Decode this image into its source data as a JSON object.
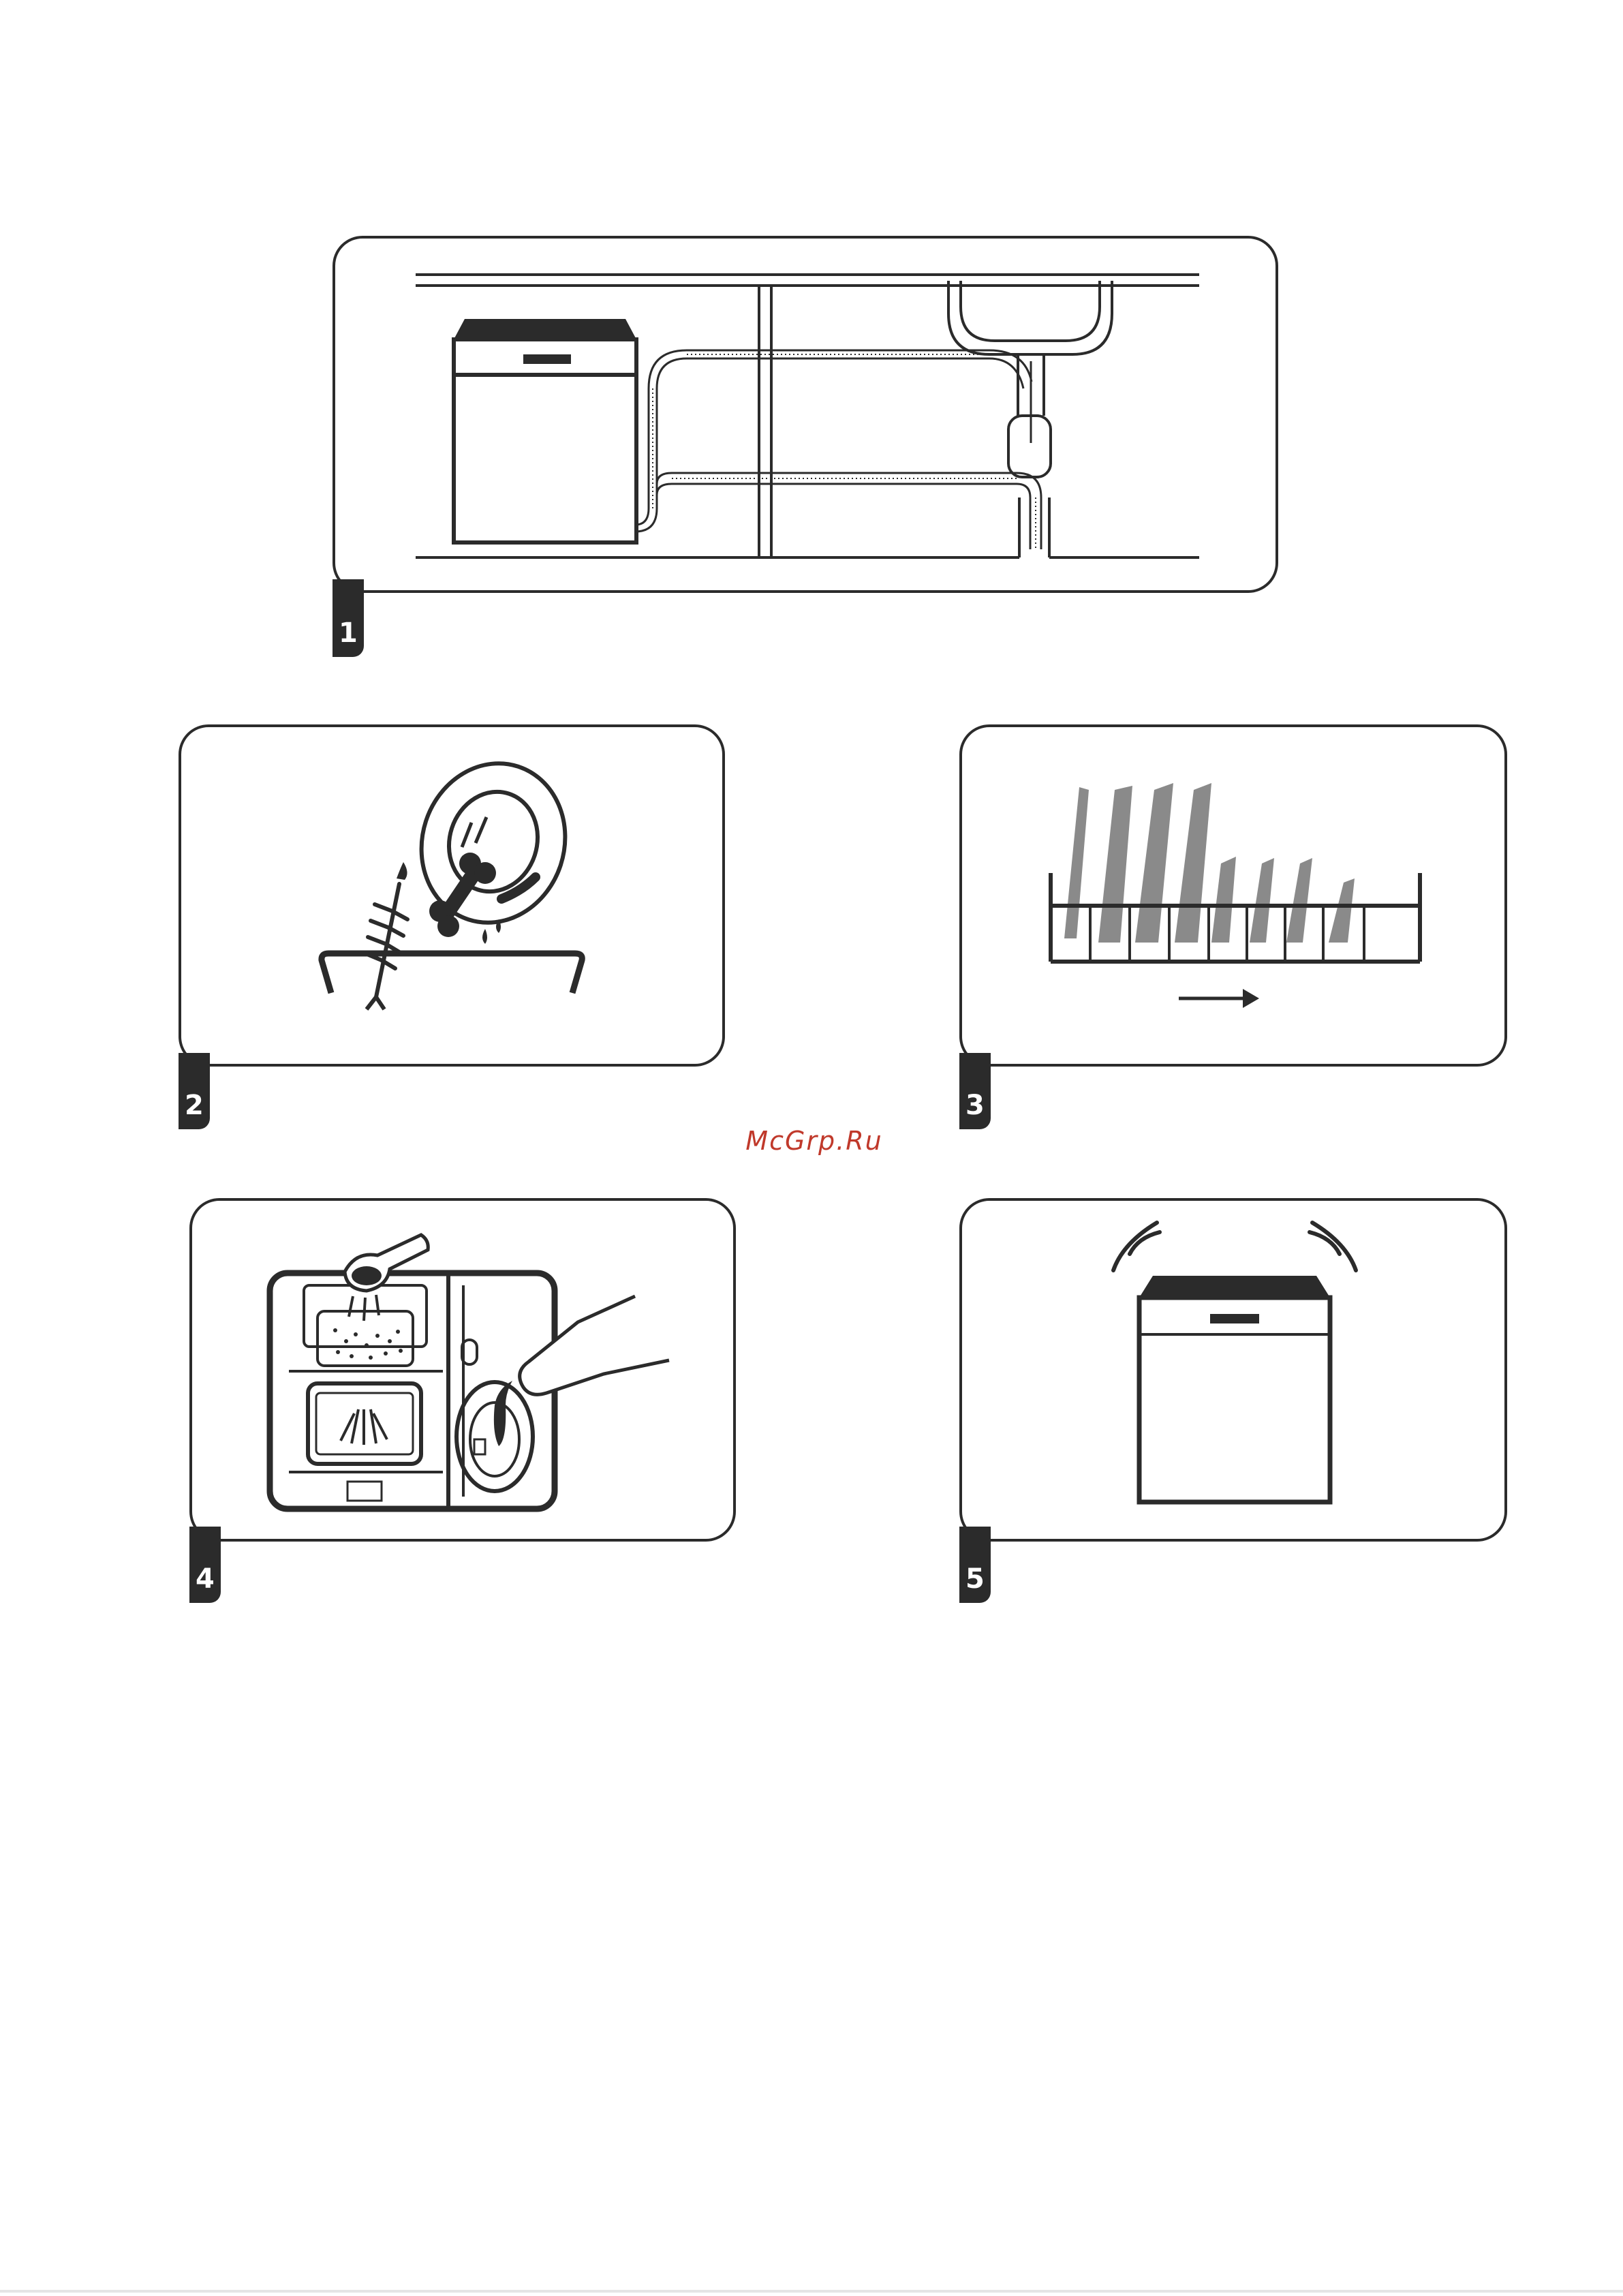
{
  "steps": [
    {
      "number": "1",
      "name": "installation"
    },
    {
      "number": "2",
      "name": "scrape-food"
    },
    {
      "number": "3",
      "name": "load-racks"
    },
    {
      "number": "4",
      "name": "add-detergent-and-rinse-aid"
    },
    {
      "number": "5",
      "name": "start-machine"
    }
  ],
  "watermark": {
    "text": "McGrp.Ru",
    "color": "#c0392b"
  },
  "colors": {
    "line": "#2b2b2b",
    "plate_fill": "#8a8a8a",
    "tab": "#2b2b2b"
  }
}
